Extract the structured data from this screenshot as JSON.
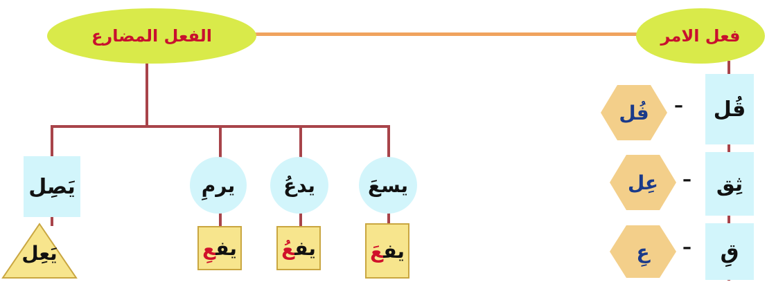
{
  "ellipses": {
    "mudari": "الفعل المضارع",
    "amr": "فعل الامر"
  },
  "amr_rows": [
    {
      "verb": "قُل",
      "dash": "–",
      "pattern": "فُل"
    },
    {
      "verb": "ثِق",
      "dash": "–",
      "pattern": "عِل"
    },
    {
      "verb": "قِ",
      "dash": "–",
      "pattern": "عِ"
    }
  ],
  "mudari_verbs": [
    {
      "verb": "يسعَ",
      "pattern_prefix": "يف",
      "pattern_last": "عَ"
    },
    {
      "verb": "يدعُ",
      "pattern_prefix": "يف",
      "pattern_last": "عُ"
    },
    {
      "verb": "يرمِ",
      "pattern_prefix": "يف",
      "pattern_last": "عِ"
    }
  ],
  "wasl": {
    "verb": "يَصِل",
    "pattern": "يَعِل"
  },
  "colors": {
    "ellipse_fill": "#d9ea4a",
    "ellipse_text": "#c8102e",
    "connector_top": "#f0a35e",
    "tree_lines": "#a8444a",
    "box_fill": "#d2f5fb",
    "pattern_box": "#f7e58d",
    "hex_fill": "#f3cf8a",
    "pattern_text": "#1a3a8a",
    "highlight_letter": "#d0102a"
  }
}
